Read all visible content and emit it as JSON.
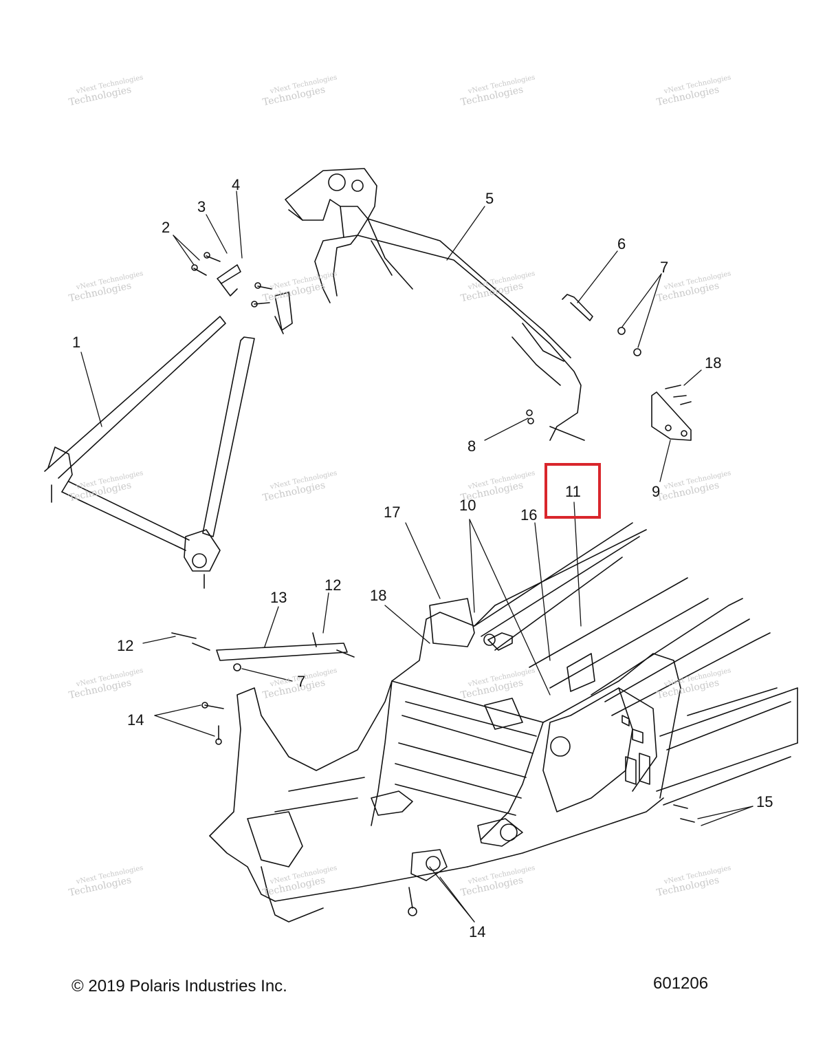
{
  "callouts": [
    "1",
    "2",
    "3",
    "4",
    "5",
    "6",
    "7",
    "8",
    "9",
    "10",
    "11",
    "12",
    "13",
    "14",
    "15",
    "16",
    "17",
    "18"
  ],
  "labels": {
    "l1": "1",
    "l2": "2",
    "l3": "3",
    "l4": "4",
    "l5": "5",
    "l6": "6",
    "l7a": "7",
    "l7b": "7",
    "l8": "8",
    "l9": "9",
    "l10": "10",
    "l11": "11",
    "l12a": "12",
    "l12b": "12",
    "l13": "13",
    "l14a": "14",
    "l14b": "14",
    "l15": "15",
    "l16": "16",
    "l17": "17",
    "l18a": "18",
    "l18b": "18"
  },
  "highlight": {
    "label": "11",
    "color": "#d9262c"
  },
  "watermark": {
    "line1": "vNext Technologies",
    "line2": "Technologies"
  },
  "footer": {
    "copyright": "© 2019 Polaris Industries Inc.",
    "diagram_number": "601206"
  }
}
